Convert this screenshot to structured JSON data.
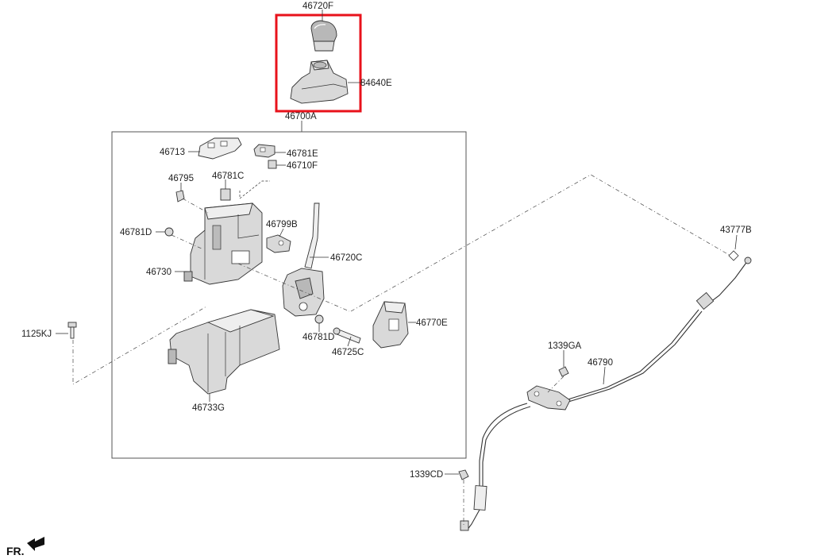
{
  "labels": {
    "p46720F": "46720F",
    "p84640E": "84640E",
    "p46700A": "46700A",
    "p46713": "46713",
    "p46781E": "46781E",
    "p46710F": "46710F",
    "p46795": "46795",
    "p46781C": "46781C",
    "p46781D_top": "46781D",
    "p46799B": "46799B",
    "p46720C": "46720C",
    "p46730": "46730",
    "p46770E": "46770E",
    "p46781D_bottom": "46781D",
    "p46725C": "46725C",
    "p1125KJ": "1125KJ",
    "p46733G": "46733G",
    "p43777B": "43777B",
    "p1339GA": "1339GA",
    "p46790": "46790",
    "p1339CD": "1339CD"
  },
  "direction": {
    "text": "FR."
  },
  "highlight": {
    "color": "#e8121b"
  }
}
